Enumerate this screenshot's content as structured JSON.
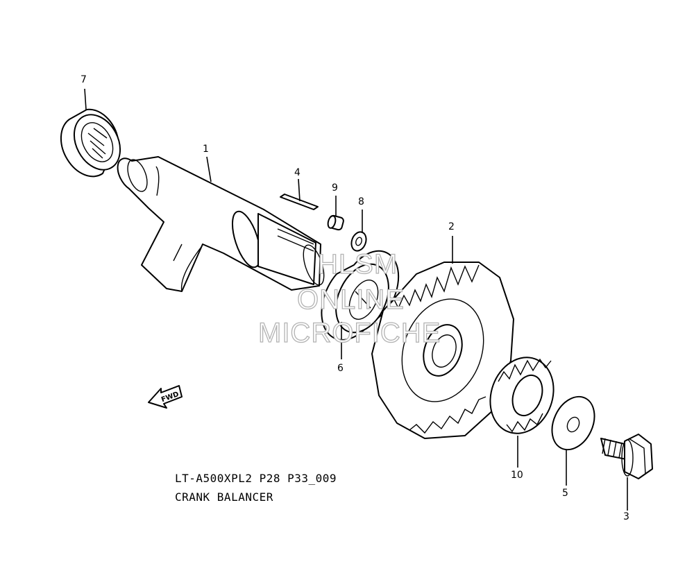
{
  "callouts": {
    "c1": "1",
    "c2": "2",
    "c3": "3",
    "c4": "4",
    "c5": "5",
    "c6": "6",
    "c7": "7",
    "c8": "8",
    "c9": "9",
    "c10": "10"
  },
  "caption": {
    "line1": "LT-A500XPL2 P28 P33_009",
    "line2": "CRANK BALANCER"
  },
  "watermark": {
    "line1": "HLSM",
    "line2": "ONLINE",
    "line3": "MICROFICHE"
  },
  "fwd_label": "FWD",
  "icons": [
    "fwd-arrow-icon"
  ]
}
